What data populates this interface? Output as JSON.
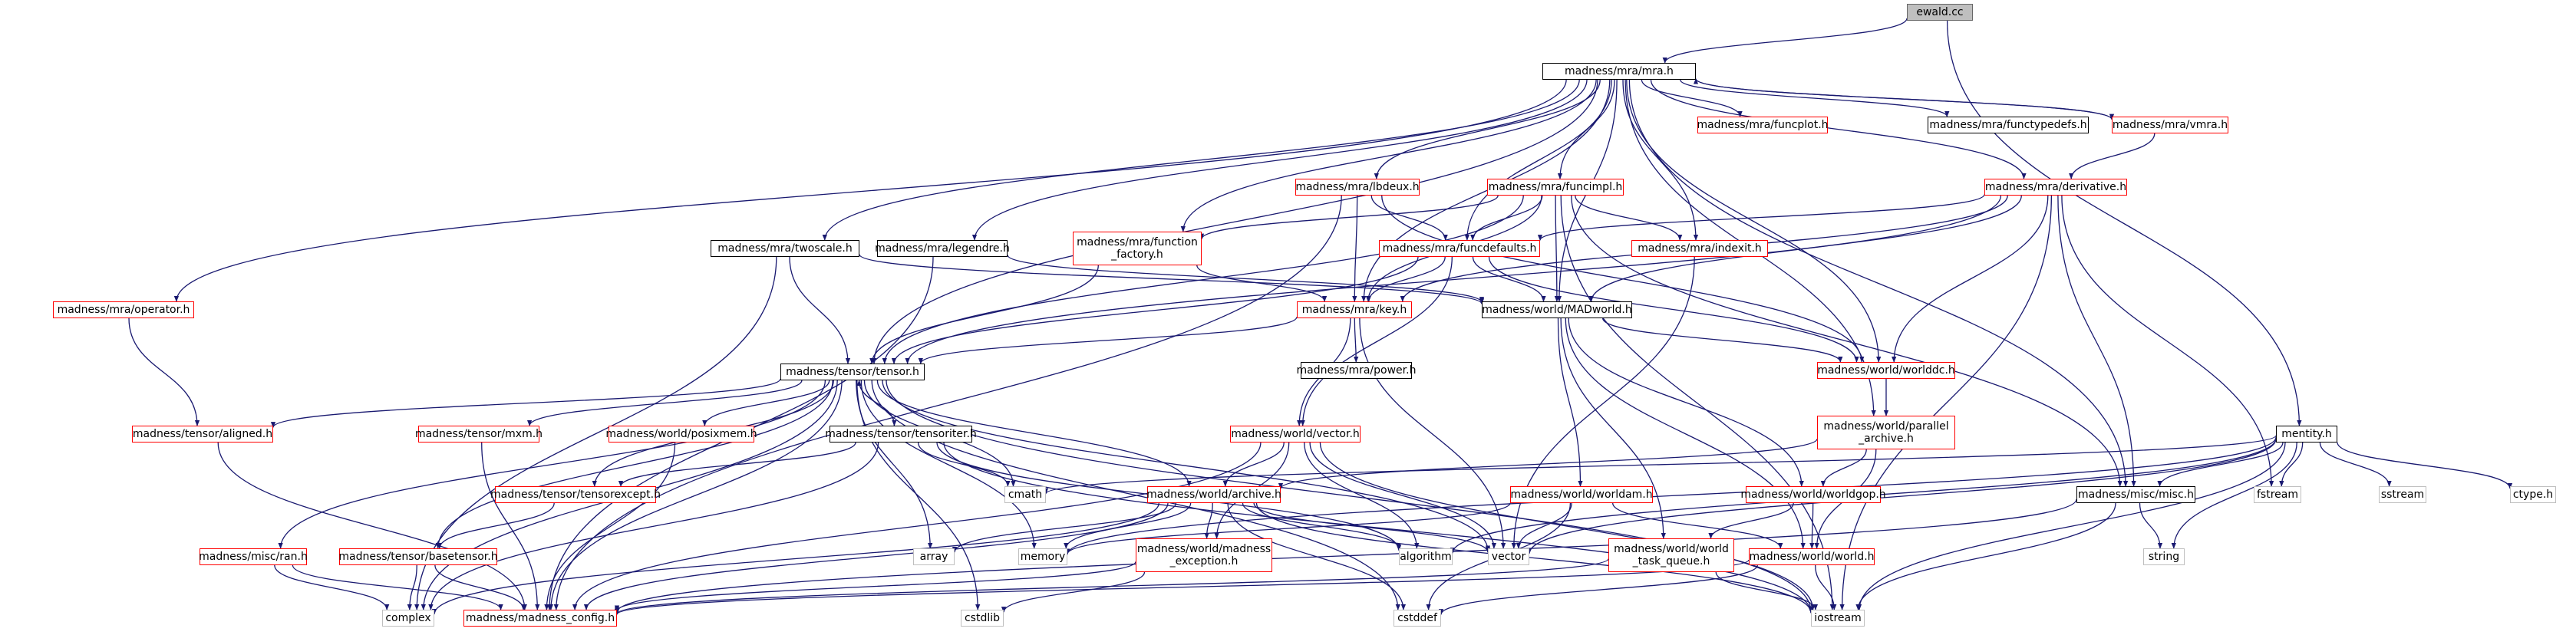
{
  "colors": {
    "edge": "#191970",
    "red_border": "#ff0000",
    "black_border": "#000000",
    "root_fill": "#bfbfbf",
    "plain_border": "#bfbfbf"
  },
  "nodes": [
    {
      "id": "ewald",
      "label": "ewald.cc",
      "style": "root"
    },
    {
      "id": "mra",
      "label": "madness/mra/mra.h",
      "style": "black"
    },
    {
      "id": "funcplot",
      "label": "madness/mra/funcplot.h",
      "style": "red"
    },
    {
      "id": "functypedefs",
      "label": "madness/mra/functypedefs.h",
      "style": "black"
    },
    {
      "id": "vmra",
      "label": "madness/mra/vmra.h",
      "style": "red"
    },
    {
      "id": "lbdeux",
      "label": "madness/mra/lbdeux.h",
      "style": "red"
    },
    {
      "id": "funcimpl",
      "label": "madness/mra/funcimpl.h",
      "style": "red"
    },
    {
      "id": "derivative",
      "label": "madness/mra/derivative.h",
      "style": "red"
    },
    {
      "id": "twoscale",
      "label": "madness/mra/twoscale.h",
      "style": "black"
    },
    {
      "id": "legendre",
      "label": "madness/mra/legendre.h",
      "style": "black"
    },
    {
      "id": "function_factory",
      "label": "madness/mra/function\n_factory.h",
      "style": "red"
    },
    {
      "id": "funcdefaults",
      "label": "madness/mra/funcdefaults.h",
      "style": "red"
    },
    {
      "id": "indexit",
      "label": "madness/mra/indexit.h",
      "style": "red"
    },
    {
      "id": "operator",
      "label": "madness/mra/operator.h",
      "style": "red"
    },
    {
      "id": "key",
      "label": "madness/mra/key.h",
      "style": "red"
    },
    {
      "id": "madworld",
      "label": "madness/world/MADworld.h",
      "style": "black"
    },
    {
      "id": "power",
      "label": "madness/mra/power.h",
      "style": "black"
    },
    {
      "id": "worlddc",
      "label": "madness/world/worlddc.h",
      "style": "red"
    },
    {
      "id": "tensor",
      "label": "madness/tensor/tensor.h",
      "style": "black"
    },
    {
      "id": "aligned",
      "label": "madness/tensor/aligned.h",
      "style": "red"
    },
    {
      "id": "mxm",
      "label": "madness/tensor/mxm.h",
      "style": "red"
    },
    {
      "id": "posixmem",
      "label": "madness/world/posixmem.h",
      "style": "red"
    },
    {
      "id": "tensoriter",
      "label": "madness/tensor/tensoriter.h",
      "style": "black"
    },
    {
      "id": "vector_h",
      "label": "madness/world/vector.h",
      "style": "red"
    },
    {
      "id": "parallel_archive",
      "label": "madness/world/parallel\n_archive.h",
      "style": "red"
    },
    {
      "id": "mentity",
      "label": "mentity.h",
      "style": "black"
    },
    {
      "id": "tensorexcept",
      "label": "madness/tensor/tensorexcept.h",
      "style": "red"
    },
    {
      "id": "cmath",
      "label": "cmath",
      "style": "plain"
    },
    {
      "id": "archive",
      "label": "madness/world/archive.h",
      "style": "red"
    },
    {
      "id": "worldam",
      "label": "madness/world/worldam.h",
      "style": "red"
    },
    {
      "id": "worldgop",
      "label": "madness/world/worldgop.h",
      "style": "red"
    },
    {
      "id": "misc",
      "label": "madness/misc/misc.h",
      "style": "black"
    },
    {
      "id": "fstream",
      "label": "fstream",
      "style": "plain"
    },
    {
      "id": "sstream",
      "label": "sstream",
      "style": "plain"
    },
    {
      "id": "ctype",
      "label": "ctype.h",
      "style": "plain"
    },
    {
      "id": "ran",
      "label": "madness/misc/ran.h",
      "style": "red"
    },
    {
      "id": "basetensor",
      "label": "madness/tensor/basetensor.h",
      "style": "red"
    },
    {
      "id": "array",
      "label": "array",
      "style": "plain"
    },
    {
      "id": "memory",
      "label": "memory",
      "style": "plain"
    },
    {
      "id": "madness_exception",
      "label": "madness/world/madness\n_exception.h",
      "style": "red"
    },
    {
      "id": "algorithm",
      "label": "algorithm",
      "style": "plain"
    },
    {
      "id": "vector",
      "label": "vector",
      "style": "plain"
    },
    {
      "id": "world_task_queue",
      "label": "madness/world/world\n_task_queue.h",
      "style": "red"
    },
    {
      "id": "world",
      "label": "madness/world/world.h",
      "style": "red"
    },
    {
      "id": "string",
      "label": "string",
      "style": "plain"
    },
    {
      "id": "complex",
      "label": "complex",
      "style": "plain"
    },
    {
      "id": "madness_config",
      "label": "madness/madness_config.h",
      "style": "red"
    },
    {
      "id": "cstdlib",
      "label": "cstdlib",
      "style": "plain"
    },
    {
      "id": "cstddef",
      "label": "cstddef",
      "style": "plain"
    },
    {
      "id": "iostream",
      "label": "iostream",
      "style": "plain"
    }
  ],
  "edges": [
    [
      "ewald",
      "mra"
    ],
    [
      "ewald",
      "mentity"
    ],
    [
      "mra",
      "funcplot"
    ],
    [
      "mra",
      "functypedefs"
    ],
    [
      "mra",
      "vmra"
    ],
    [
      "mra",
      "lbdeux"
    ],
    [
      "mra",
      "funcimpl"
    ],
    [
      "mra",
      "derivative"
    ],
    [
      "mra",
      "twoscale"
    ],
    [
      "mra",
      "legendre"
    ],
    [
      "mra",
      "function_factory"
    ],
    [
      "mra",
      "funcdefaults"
    ],
    [
      "mra",
      "indexit"
    ],
    [
      "mra",
      "operator"
    ],
    [
      "mra",
      "key"
    ],
    [
      "mra",
      "madworld"
    ],
    [
      "mra",
      "worlddc"
    ],
    [
      "mra",
      "tensor"
    ],
    [
      "mra",
      "parallel_archive"
    ],
    [
      "mra",
      "misc"
    ],
    [
      "vmra",
      "mra"
    ],
    [
      "vmra",
      "derivative"
    ],
    [
      "lbdeux",
      "key"
    ],
    [
      "lbdeux",
      "funcdefaults"
    ],
    [
      "lbdeux",
      "worlddc"
    ],
    [
      "lbdeux",
      "madness_config"
    ],
    [
      "funcimpl",
      "function_factory"
    ],
    [
      "funcimpl",
      "funcdefaults"
    ],
    [
      "funcimpl",
      "indexit"
    ],
    [
      "funcimpl",
      "key"
    ],
    [
      "funcimpl",
      "madworld"
    ],
    [
      "funcimpl",
      "tensor"
    ],
    [
      "funcimpl",
      "misc"
    ],
    [
      "funcimpl",
      "iostream"
    ],
    [
      "derivative",
      "funcdefaults"
    ],
    [
      "derivative",
      "key"
    ],
    [
      "derivative",
      "madworld"
    ],
    [
      "derivative",
      "worlddc"
    ],
    [
      "derivative",
      "tensor"
    ],
    [
      "derivative",
      "misc"
    ],
    [
      "derivative",
      "fstream"
    ],
    [
      "derivative",
      "iostream"
    ],
    [
      "twoscale",
      "tensor"
    ],
    [
      "twoscale",
      "madworld"
    ],
    [
      "twoscale",
      "complex"
    ],
    [
      "legendre",
      "madworld"
    ],
    [
      "legendre",
      "madness_config"
    ],
    [
      "function_factory",
      "key"
    ],
    [
      "function_factory",
      "tensor"
    ],
    [
      "funcdefaults",
      "key"
    ],
    [
      "funcdefaults",
      "madworld"
    ],
    [
      "funcdefaults",
      "worlddc"
    ],
    [
      "funcdefaults",
      "tensor"
    ],
    [
      "funcdefaults",
      "vector_h"
    ],
    [
      "indexit",
      "vector"
    ],
    [
      "operator",
      "aligned"
    ],
    [
      "key",
      "power"
    ],
    [
      "key",
      "vector_h"
    ],
    [
      "key",
      "tensor"
    ],
    [
      "key",
      "vector"
    ],
    [
      "madworld",
      "worlddc"
    ],
    [
      "madworld",
      "worldam"
    ],
    [
      "madworld",
      "worldgop"
    ],
    [
      "madworld",
      "world"
    ],
    [
      "madworld",
      "world_task_queue"
    ],
    [
      "worlddc",
      "parallel_archive"
    ],
    [
      "parallel_archive",
      "archive"
    ],
    [
      "parallel_archive",
      "worldgop"
    ],
    [
      "parallel_archive",
      "world"
    ],
    [
      "tensor",
      "aligned"
    ],
    [
      "tensor",
      "mxm"
    ],
    [
      "tensor",
      "posixmem"
    ],
    [
      "tensor",
      "tensoriter"
    ],
    [
      "tensor",
      "tensorexcept"
    ],
    [
      "tensor",
      "cmath"
    ],
    [
      "tensor",
      "archive"
    ],
    [
      "tensor",
      "ran"
    ],
    [
      "tensor",
      "basetensor"
    ],
    [
      "tensor",
      "array"
    ],
    [
      "tensor",
      "memory"
    ],
    [
      "tensor",
      "vector"
    ],
    [
      "tensor",
      "complex"
    ],
    [
      "tensor",
      "madness_config"
    ],
    [
      "tensor",
      "cstdlib"
    ],
    [
      "tensor",
      "cstddef"
    ],
    [
      "tensor",
      "iostream"
    ],
    [
      "aligned",
      "madness_config"
    ],
    [
      "mxm",
      "madness_config"
    ],
    [
      "posixmem",
      "madness_config"
    ],
    [
      "tensoriter",
      "tensor"
    ],
    [
      "tensoriter",
      "tensorexcept"
    ],
    [
      "tensoriter",
      "cmath"
    ],
    [
      "tensoriter",
      "algorithm"
    ],
    [
      "tensoriter",
      "complex"
    ],
    [
      "tensoriter",
      "iostream"
    ],
    [
      "tensorexcept",
      "basetensor"
    ],
    [
      "basetensor",
      "madness_config"
    ],
    [
      "basetensor",
      "complex"
    ],
    [
      "ran",
      "madness_config"
    ],
    [
      "ran",
      "complex"
    ],
    [
      "vector_h",
      "archive"
    ],
    [
      "vector_h",
      "madness_exception"
    ],
    [
      "vector_h",
      "algorithm"
    ],
    [
      "vector_h",
      "vector"
    ],
    [
      "vector_h",
      "iostream"
    ],
    [
      "vector_h",
      "madness_config"
    ],
    [
      "archive",
      "madness_exception"
    ],
    [
      "archive",
      "array"
    ],
    [
      "archive",
      "memory"
    ],
    [
      "archive",
      "algorithm"
    ],
    [
      "archive",
      "vector"
    ],
    [
      "archive",
      "cstddef"
    ],
    [
      "archive",
      "iostream"
    ],
    [
      "archive",
      "complex"
    ],
    [
      "archive",
      "madness_config"
    ],
    [
      "madness_exception",
      "madness_config"
    ],
    [
      "madness_exception",
      "cstdlib"
    ],
    [
      "worldam",
      "vector"
    ],
    [
      "worldam",
      "cstddef"
    ],
    [
      "worldam",
      "memory"
    ],
    [
      "worldam",
      "world"
    ],
    [
      "worldgop",
      "world_task_queue"
    ],
    [
      "worldgop",
      "world"
    ],
    [
      "world_task_queue",
      "madness_config"
    ],
    [
      "world_task_queue",
      "iostream"
    ],
    [
      "world",
      "madness_config"
    ],
    [
      "world",
      "iostream"
    ],
    [
      "world",
      "cstddef"
    ],
    [
      "misc",
      "string"
    ],
    [
      "misc",
      "iostream"
    ],
    [
      "misc",
      "madness_config"
    ],
    [
      "mentity",
      "misc"
    ],
    [
      "mentity",
      "cmath"
    ],
    [
      "mentity",
      "fstream"
    ],
    [
      "mentity",
      "sstream"
    ],
    [
      "mentity",
      "ctype"
    ],
    [
      "mentity",
      "string"
    ],
    [
      "mentity",
      "vector"
    ],
    [
      "mentity",
      "algorithm"
    ],
    [
      "mentity",
      "iostream"
    ],
    [
      "mentity",
      "memory"
    ]
  ]
}
